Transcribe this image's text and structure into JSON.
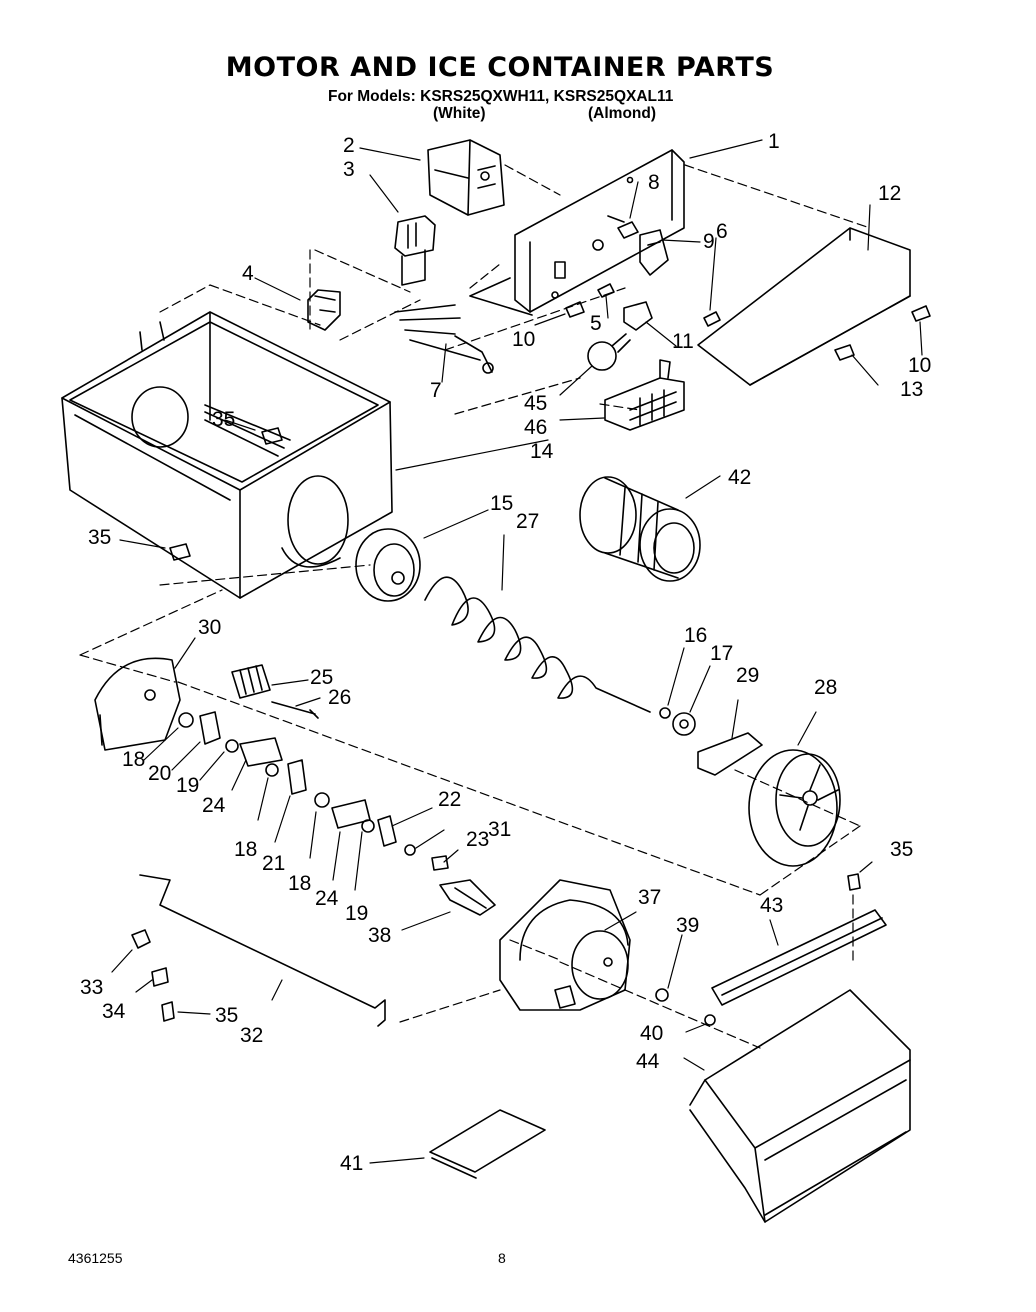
{
  "title": "MOTOR AND ICE CONTAINER PARTS",
  "models_line": "For Models: KSRS25QXWH11, KSRS25QXAL11",
  "variant_1": "(White)",
  "variant_2": "(Almond)",
  "doc_number": "4361255",
  "page_number": "8",
  "callouts": [
    "1",
    "2",
    "3",
    "4",
    "5",
    "6",
    "7",
    "8",
    "9",
    "10",
    "10",
    "11",
    "12",
    "13",
    "14",
    "15",
    "16",
    "17",
    "18",
    "18",
    "18",
    "19",
    "19",
    "20",
    "21",
    "22",
    "23",
    "24",
    "24",
    "25",
    "26",
    "27",
    "28",
    "29",
    "30",
    "31",
    "32",
    "33",
    "34",
    "35",
    "35",
    "35",
    "35",
    "37",
    "38",
    "39",
    "40",
    "41",
    "42",
    "43",
    "44",
    "45",
    "46"
  ]
}
